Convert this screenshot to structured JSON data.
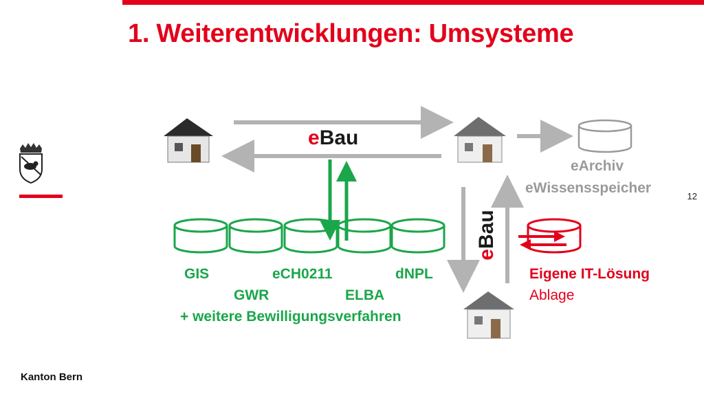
{
  "slide": {
    "title": "1. Weiterentwicklungen: Umsysteme",
    "page_number": "12",
    "footer": "Kanton Bern",
    "accent_color": "#e3001b"
  },
  "diagram": {
    "ebau_top": {
      "prefix": "e",
      "rest": "Bau"
    },
    "ebau_side": {
      "prefix": "e",
      "rest": "Bau"
    },
    "archive": {
      "line1": "eArchiv",
      "line2": "eWissensspeicher"
    },
    "systems": {
      "row1": [
        "GIS",
        "eCH0211",
        "dNPL"
      ],
      "row2": [
        "GWR",
        "ELBA"
      ],
      "row3": "+ weitere Bewilligungsverfahren",
      "color": "#1aa64a"
    },
    "own_solution": {
      "title": "Eigene IT-Lösung",
      "subtitle": "Ablage"
    },
    "icons": [
      "house-icon",
      "database-icon",
      "arrow-icon",
      "bern-coat-of-arms-icon"
    ]
  }
}
